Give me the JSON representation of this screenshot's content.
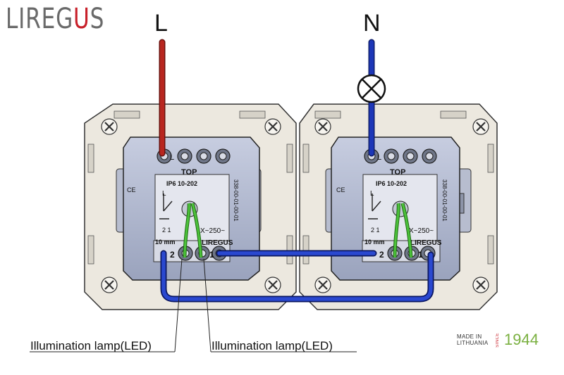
{
  "brand": {
    "prefix": "LIREG",
    "accent": "U",
    "suffix": "S"
  },
  "terminals": {
    "line": "L",
    "neutral": "N"
  },
  "switch_left": {
    "top": "TOP",
    "model": "IP6 10-202",
    "side_code": "338-00-01-00-01",
    "strip": "10 mm",
    "rating": "X~250~",
    "maker": "LIREGUS",
    "left_term": "L",
    "contacts": "2  1",
    "t2": "2",
    "t1": "1",
    "ce": "CE"
  },
  "switch_right": {
    "top": "TOP",
    "model": "IP6 10-202",
    "side_code": "338-00-01-00-01",
    "strip": "10 mm",
    "rating": "X~250~",
    "maker": "LIREGUS",
    "left_term": "L",
    "contacts": "2  1",
    "t2": "2",
    "t1": "1",
    "ce": "CE"
  },
  "callouts": {
    "left": "Illumination lamp(LED)",
    "right": "Illumination lamp(LED)"
  },
  "footer": {
    "made_line1": "MADE IN",
    "made_line2": "LITHUANIA",
    "since": "SINCE",
    "year": "1944"
  },
  "colors": {
    "line_wire": "#b8261f",
    "neutral_wire": "#1d37b8",
    "link_wire": "#1a2fb0",
    "led_wire": "#3aa02a",
    "plate": "#ece8df",
    "switch_body": "#a9b1c9",
    "brand_accent": "#c8202a",
    "year": "#7ab040"
  },
  "icons": [
    "lamp-icon",
    "screw-terminal-icon",
    "mounting-screw-icon",
    "switch-symbol-icon"
  ]
}
